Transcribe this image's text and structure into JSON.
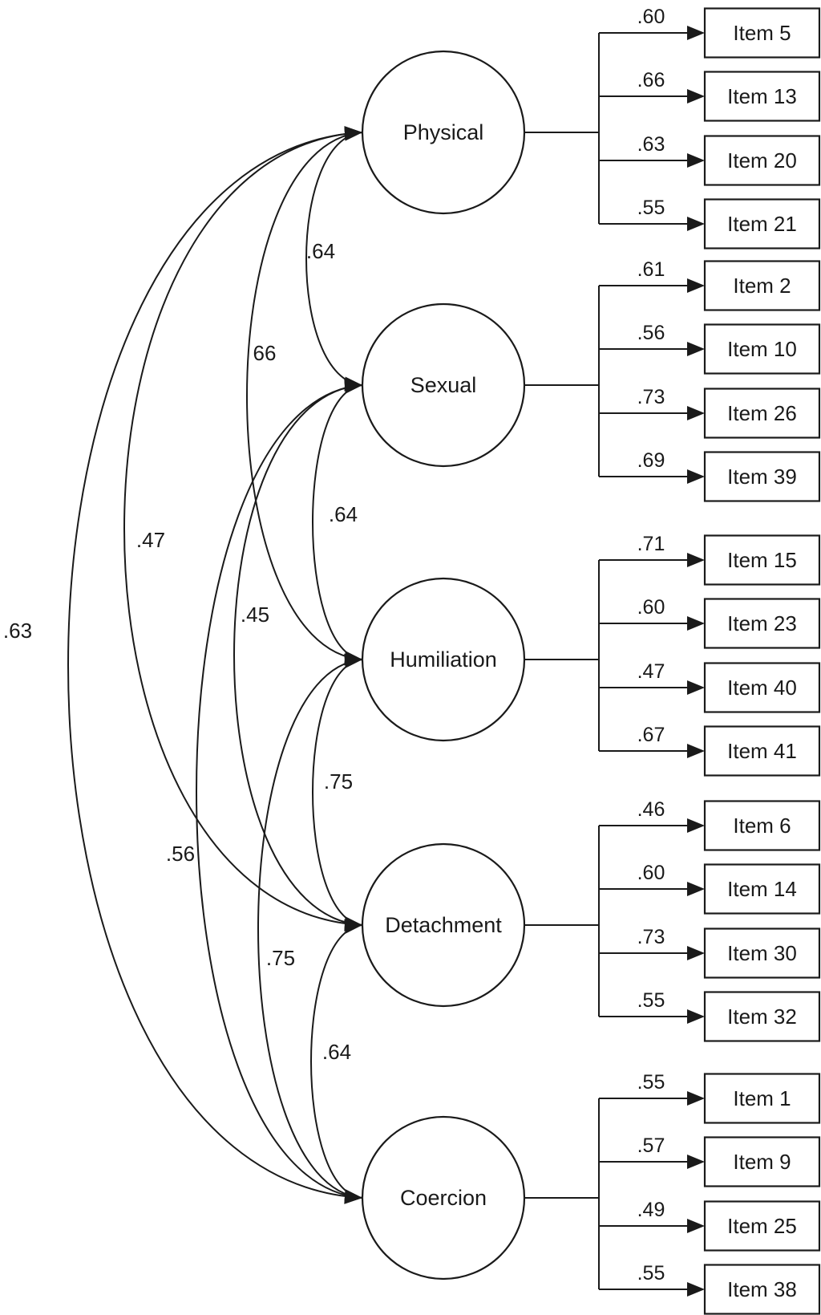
{
  "diagram": {
    "type": "confirmatory factor analysis path diagram",
    "factors": [
      {
        "id": "physical",
        "label": "Physical",
        "items": [
          {
            "label": "Item 5",
            "loading": ".60"
          },
          {
            "label": "Item 13",
            "loading": ".66"
          },
          {
            "label": "Item 20",
            "loading": ".63"
          },
          {
            "label": "Item 21",
            "loading": ".55"
          }
        ]
      },
      {
        "id": "sexual",
        "label": "Sexual",
        "items": [
          {
            "label": "Item 2",
            "loading": ".61"
          },
          {
            "label": "Item 10",
            "loading": ".56"
          },
          {
            "label": "Item 26",
            "loading": ".73"
          },
          {
            "label": "Item 39",
            "loading": ".69"
          }
        ]
      },
      {
        "id": "humiliation",
        "label": "Humiliation",
        "items": [
          {
            "label": "Item 15",
            "loading": ".71"
          },
          {
            "label": "Item 23",
            "loading": ".60"
          },
          {
            "label": "Item 40",
            "loading": ".47"
          },
          {
            "label": "Item 41",
            "loading": ".67"
          }
        ]
      },
      {
        "id": "detachment",
        "label": "Detachment",
        "items": [
          {
            "label": "Item 6",
            "loading": ".46"
          },
          {
            "label": "Item 14",
            "loading": ".60"
          },
          {
            "label": "Item 30",
            "loading": ".73"
          },
          {
            "label": "Item 32",
            "loading": ".55"
          }
        ]
      },
      {
        "id": "coercion",
        "label": "Coercion",
        "items": [
          {
            "label": "Item 1",
            "loading": ".55"
          },
          {
            "label": "Item 9",
            "loading": ".57"
          },
          {
            "label": "Item 25",
            "loading": ".49"
          },
          {
            "label": "Item 38",
            "loading": ".55"
          }
        ]
      }
    ],
    "correlations": [
      {
        "from": "physical",
        "to": "sexual",
        "label": ".64"
      },
      {
        "from": "physical",
        "to": "humiliation",
        "label": "66"
      },
      {
        "from": "physical",
        "to": "detachment",
        "label": ".47"
      },
      {
        "from": "physical",
        "to": "coercion",
        "label": ".63"
      },
      {
        "from": "sexual",
        "to": "humiliation",
        "label": ".64"
      },
      {
        "from": "sexual",
        "to": "detachment",
        "label": ".45"
      },
      {
        "from": "sexual",
        "to": "coercion",
        "label": ".56"
      },
      {
        "from": "humiliation",
        "to": "detachment",
        "label": ".75"
      },
      {
        "from": "humiliation",
        "to": "coercion",
        "label": ".75"
      },
      {
        "from": "detachment",
        "to": "coercion",
        "label": ".64"
      }
    ]
  }
}
